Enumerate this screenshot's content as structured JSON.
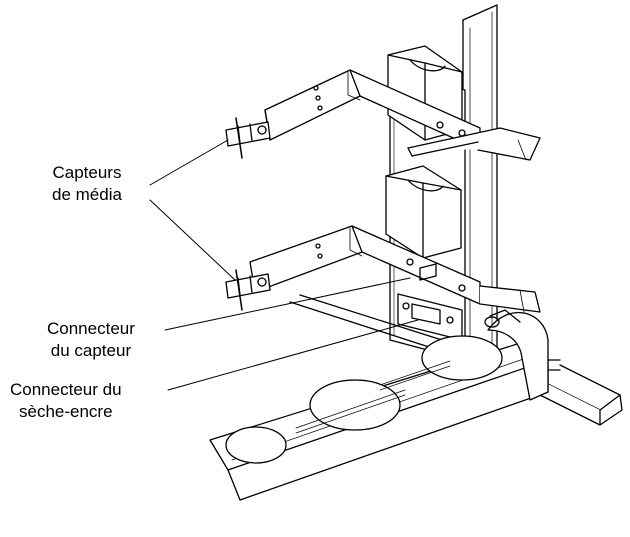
{
  "labels": {
    "media_sensors": {
      "line1": "Capteurs",
      "line2": "de média"
    },
    "sensor_connector": {
      "line1": "Connecteur",
      "line2": "du capteur"
    },
    "dryer_connector": {
      "line1": "Connecteur du",
      "line2": "sèche-encre"
    }
  },
  "colors": {
    "ink": "#000000",
    "background": "#ffffff"
  }
}
